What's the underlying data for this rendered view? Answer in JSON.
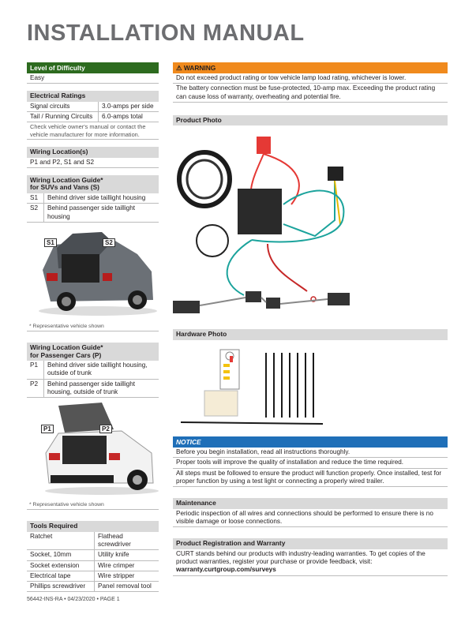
{
  "title": "INSTALLATION MANUAL",
  "difficulty": {
    "header": "Level of Difficulty",
    "value": "Easy"
  },
  "electrical": {
    "header": "Electrical Ratings",
    "rows": [
      {
        "label": "Signal circuits",
        "value": "3.0-amps per side"
      },
      {
        "label": "Tail / Running Circuits",
        "value": "6.0-amps total"
      }
    ],
    "note": "Check vehicle owner's manual or contact the vehicle manufacturer for more information."
  },
  "wiring_location": {
    "header": "Wiring Location(s)",
    "value": "P1 and P2, S1 and S2"
  },
  "suv_guide": {
    "header_line1": "Wiring Location Guide*",
    "header_line2": "for SUVs and Vans (S)",
    "rows": [
      {
        "code": "S1",
        "desc": "Behind driver side taillight housing"
      },
      {
        "code": "S2",
        "desc": "Behind passenger side taillight housing"
      }
    ],
    "callouts": [
      "S1",
      "S2"
    ],
    "note": "* Representative vehicle shown"
  },
  "car_guide": {
    "header_line1": "Wiring Location Guide*",
    "header_line2": "for Passenger Cars (P)",
    "rows": [
      {
        "code": "P1",
        "desc": "Behind driver side taillight housing, outside of trunk"
      },
      {
        "code": "P2",
        "desc": "Behind passenger side taillight housing, outside of trunk"
      }
    ],
    "callouts": [
      "P1",
      "P2"
    ],
    "note": "* Representative vehicle shown"
  },
  "tools": {
    "header": "Tools Required",
    "rows": [
      {
        "a": "Ratchet",
        "b": "Flathead screwdriver"
      },
      {
        "a": "Socket, 10mm",
        "b": "Utility knife"
      },
      {
        "a": "Socket extension",
        "b": "Wire crimper"
      },
      {
        "a": "Electrical tape",
        "b": "Wire stripper"
      },
      {
        "a": "Phillips screwdriver",
        "b": "Panel removal tool"
      }
    ]
  },
  "warning": {
    "header": "WARNING",
    "icon": "warning-triangle-icon",
    "line1": "Do not exceed product rating or tow vehicle lamp load rating, whichever is lower.",
    "line2": "The battery connection must be fuse-protected, 10-amp max. Exceeding the product rating can cause loss of warranty, overheating and potential fire."
  },
  "product_photo": {
    "header": "Product Photo"
  },
  "hardware_photo": {
    "header": "Hardware Photo"
  },
  "notice": {
    "header": "NOTICE",
    "lines": [
      "Before you begin installation, read all instructions thoroughly.",
      "Proper tools will improve the quality of installation and reduce the time required.",
      "All steps must be followed to ensure the product will function properly. Once installed, test for proper function by using a test light or connecting a properly wired trailer."
    ]
  },
  "maintenance": {
    "header": "Maintenance",
    "text": "Periodic inspection of all wires and connections should be performed to ensure there is no visible damage or loose connections."
  },
  "registration": {
    "header": "Product Registration and Warranty",
    "text": "CURT stands behind our products with industry-leading warranties. To get copies of the product warranties, register your purchase or provide feedback, visit:",
    "link": "warranty.curtgroup.com/surveys"
  },
  "footer": "56442-INS-RA  •  04/23/2020  •  PAGE 1",
  "colors": {
    "green": "#2d6b1f",
    "orange": "#f08a1d",
    "blue": "#1f6fb8",
    "gray": "#d9d9d9",
    "title": "#6d6e71"
  }
}
